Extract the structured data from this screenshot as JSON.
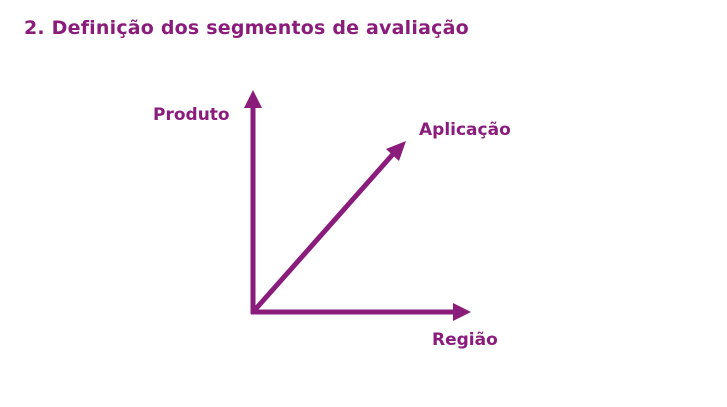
{
  "title": "2. Definição dos segmentos de avaliação",
  "axes": {
    "vertical": "Produto",
    "diagonal": "Aplicação",
    "horizontal": "Região"
  },
  "colors": {
    "accent": "#8a1c7c"
  }
}
